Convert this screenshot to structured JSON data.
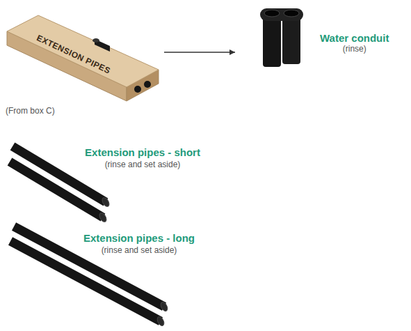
{
  "diagram": {
    "nodes": [
      {
        "text": [
          "EXTENSION PIPES"
        ]
      },
      {
        "text": [
          "Water conduit",
          "(rinse)"
        ]
      }
    ],
    "edges": [
      {
        "from": 0,
        "to": 1,
        "arrow": "to"
      }
    ],
    "labels": [
      "(From box C)",
      "Extension pipes - short",
      "(rinse and set aside)",
      "Extension pipes - long",
      "(rinse and set aside)"
    ]
  }
}
